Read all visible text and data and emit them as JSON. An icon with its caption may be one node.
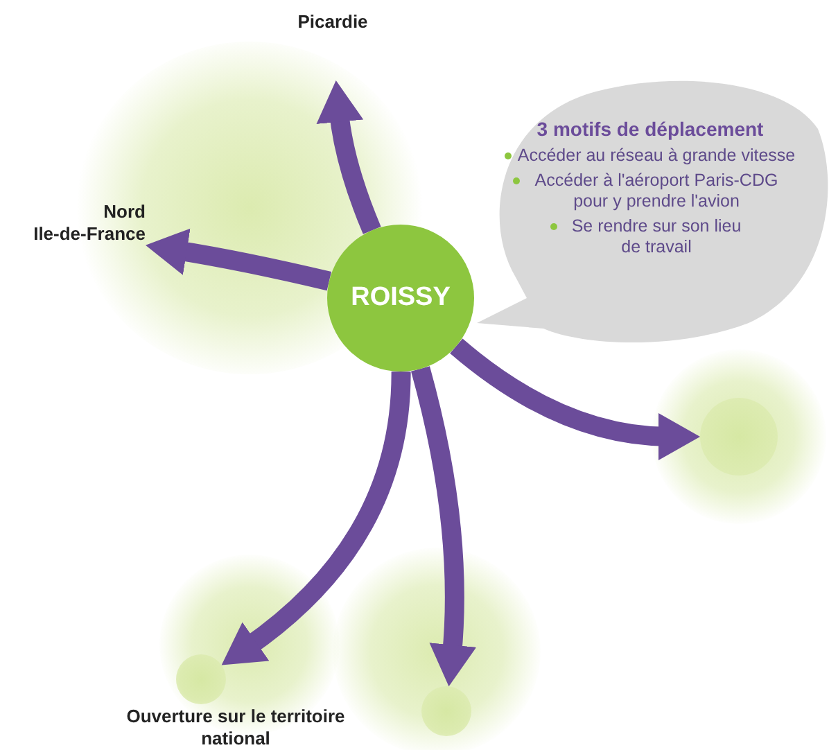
{
  "diagram": {
    "nodes": [
      {
        "text": [
          "ROISSY"
        ]
      },
      {
        "text": [
          "Picardie"
        ]
      },
      {
        "text": [
          "Nord Ile-de-France"
        ]
      },
      {
        "text": [
          "3 motifs de déplacement",
          "Accéder au réseau à grande vitesse",
          "Accéder à l'aéroport Paris-CDG pour y prendre l'avion",
          "Se rendre sur son lieu de travail"
        ]
      },
      {
        "text": [],
        "shape": "circle"
      },
      {
        "text": [],
        "shape": "circle"
      },
      {
        "text": [],
        "shape": "circle"
      }
    ],
    "edges": [
      {
        "from": 0,
        "to": 1,
        "arrow": "to"
      },
      {
        "from": 0,
        "to": 2,
        "arrow": "to"
      },
      {
        "from": 0,
        "to": 4,
        "arrow": "to"
      },
      {
        "from": 0,
        "to": 5,
        "arrow": "to"
      },
      {
        "from": 0,
        "to": 6,
        "arrow": "to"
      }
    ],
    "labels": [
      "Ouverture sur le territoire national"
    ]
  }
}
